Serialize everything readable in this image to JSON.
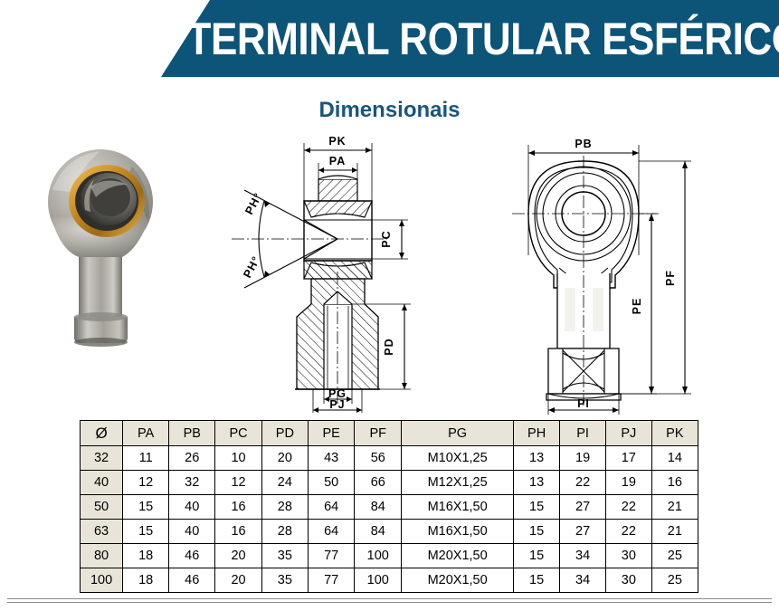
{
  "header": {
    "title": "TERMINAL ROTULAR ESFÉRICO",
    "background_color": "#0c5478",
    "text_color": "#ffffff"
  },
  "subtitle": {
    "text": "Dimensionais",
    "color": "#17567f"
  },
  "product_photo": {
    "alt": "Terminal rotular esférico fêmea - corpo de aço com anel interno em bronze",
    "body_color": "#a9a9a2",
    "ring_color": "#c08a1e"
  },
  "drawings": {
    "section_view": {
      "name": "vista-em-corte",
      "labels": [
        "PK",
        "PA",
        "PC",
        "PD",
        "PG",
        "PJ",
        "PH°",
        "PH°"
      ]
    },
    "front_view": {
      "name": "vista-frontal",
      "labels": [
        "PB",
        "PE",
        "PF",
        "PI"
      ]
    }
  },
  "table": {
    "columns": [
      "Ø",
      "PA",
      "PB",
      "PC",
      "PD",
      "PE",
      "PF",
      "PG",
      "PH",
      "PI",
      "PJ",
      "PK"
    ],
    "header_background": "#e8e5d8",
    "rows": [
      {
        "size": "32",
        "values": [
          "11",
          "26",
          "10",
          "20",
          "43",
          "56",
          "M10X1,25",
          "13",
          "19",
          "17",
          "14"
        ]
      },
      {
        "size": "40",
        "values": [
          "12",
          "32",
          "12",
          "24",
          "50",
          "66",
          "M12X1,25",
          "13",
          "22",
          "19",
          "16"
        ]
      },
      {
        "size": "50",
        "values": [
          "15",
          "40",
          "16",
          "28",
          "64",
          "84",
          "M16X1,50",
          "15",
          "27",
          "22",
          "21"
        ]
      },
      {
        "size": "63",
        "values": [
          "15",
          "40",
          "16",
          "28",
          "64",
          "84",
          "M16X1,50",
          "15",
          "27",
          "22",
          "21"
        ]
      },
      {
        "size": "80",
        "values": [
          "18",
          "46",
          "20",
          "35",
          "77",
          "100",
          "M20X1,50",
          "15",
          "34",
          "30",
          "25"
        ]
      },
      {
        "size": "100",
        "values": [
          "18",
          "46",
          "20",
          "35",
          "77",
          "100",
          "M20X1,50",
          "15",
          "34",
          "30",
          "25"
        ]
      }
    ]
  }
}
